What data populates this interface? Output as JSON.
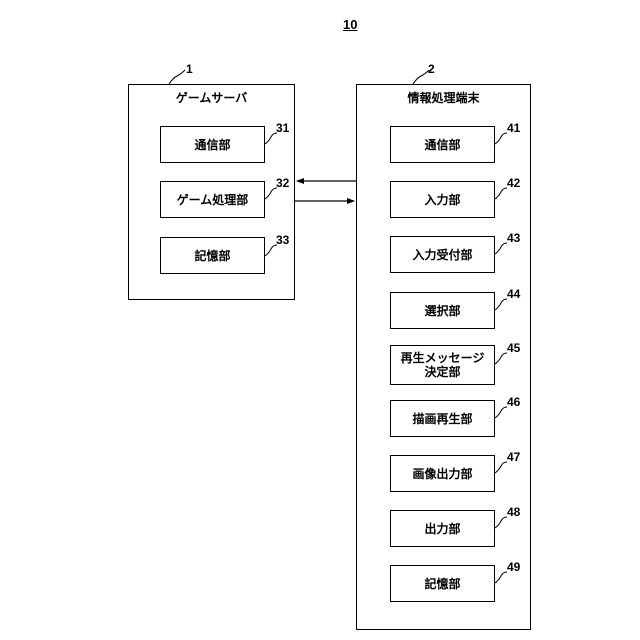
{
  "figure_number": "10",
  "server": {
    "ref": "1",
    "title": "ゲームサーバ",
    "units": [
      {
        "label": "通信部",
        "ref": "31"
      },
      {
        "label": "ゲーム処理部",
        "ref": "32"
      },
      {
        "label": "記憶部",
        "ref": "33"
      }
    ]
  },
  "terminal": {
    "ref": "2",
    "title": "情報処理端末",
    "units": [
      {
        "label": "通信部",
        "ref": "41"
      },
      {
        "label": "入力部",
        "ref": "42"
      },
      {
        "label": "入力受付部",
        "ref": "43"
      },
      {
        "label": "選択部",
        "ref": "44"
      },
      {
        "label_line1": "再生メッセージ",
        "label_line2": "決定部",
        "ref": "45"
      },
      {
        "label": "描画再生部",
        "ref": "46"
      },
      {
        "label": "画像出力部",
        "ref": "47"
      },
      {
        "label": "出力部",
        "ref": "48"
      },
      {
        "label": "記憶部",
        "ref": "49"
      }
    ]
  }
}
